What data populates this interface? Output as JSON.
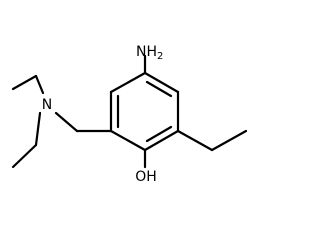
{
  "molecule": {
    "atoms": {
      "amine": {
        "text": "NH",
        "subscript": "2"
      },
      "tertiary_amine": {
        "text": "N"
      },
      "hydroxyl": {
        "text": "OH"
      }
    }
  }
}
